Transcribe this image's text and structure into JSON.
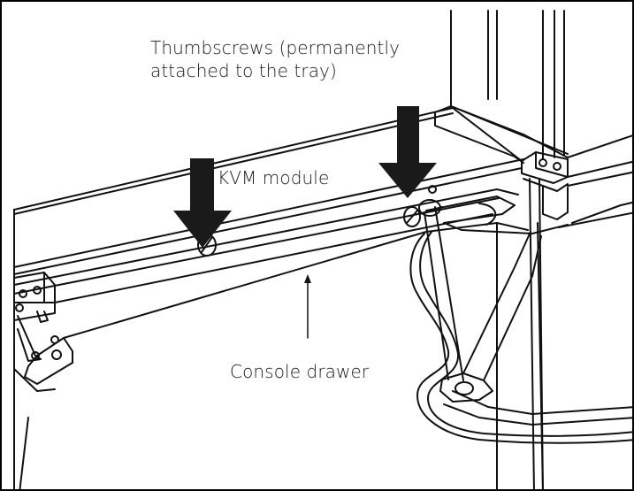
{
  "figure": {
    "labels": {
      "thumbscrews_line1": "Thumbscrews (permanently",
      "thumbscrews_line2": "attached to the tray)",
      "kvm_module": "KVM module",
      "console_drawer": "Console drawer"
    }
  }
}
